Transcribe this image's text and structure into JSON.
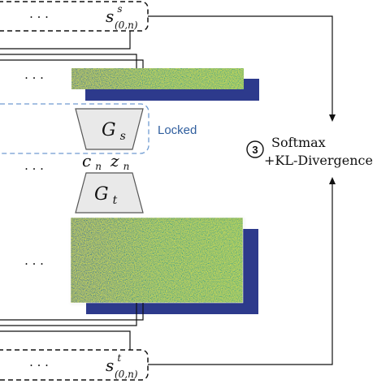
{
  "top_box": {
    "dots": "· · ·",
    "symbol": "s",
    "superscript": "s",
    "subscript": "(0,n)"
  },
  "bottom_box": {
    "dots": "· · ·",
    "symbol": "s",
    "superscript": "t",
    "subscript": "(0,n)"
  },
  "dots_rows": [
    "· · ·",
    "· · ·",
    "· · ·"
  ],
  "gs_block": {
    "symbol": "G",
    "subscript": "s",
    "lock_label": "Locked"
  },
  "gt_block": {
    "symbol": "G",
    "subscript": "t"
  },
  "inputs": {
    "c_symbol": "c",
    "c_subscript": "n",
    "z_symbol": "z",
    "z_subscript": "n"
  },
  "loss": {
    "step_number": "3",
    "line1": "Softmax",
    "line2": "+KL-Divergence"
  },
  "colors": {
    "locked_border": "#6f9bd1",
    "locked_text": "#2f5e9e",
    "feature_dark": "#2d3a8c",
    "feature_teal": "#2a8f86",
    "feature_yellow": "#d4e04a",
    "block_fill": "#e9e9e9",
    "block_stroke": "#555555"
  }
}
